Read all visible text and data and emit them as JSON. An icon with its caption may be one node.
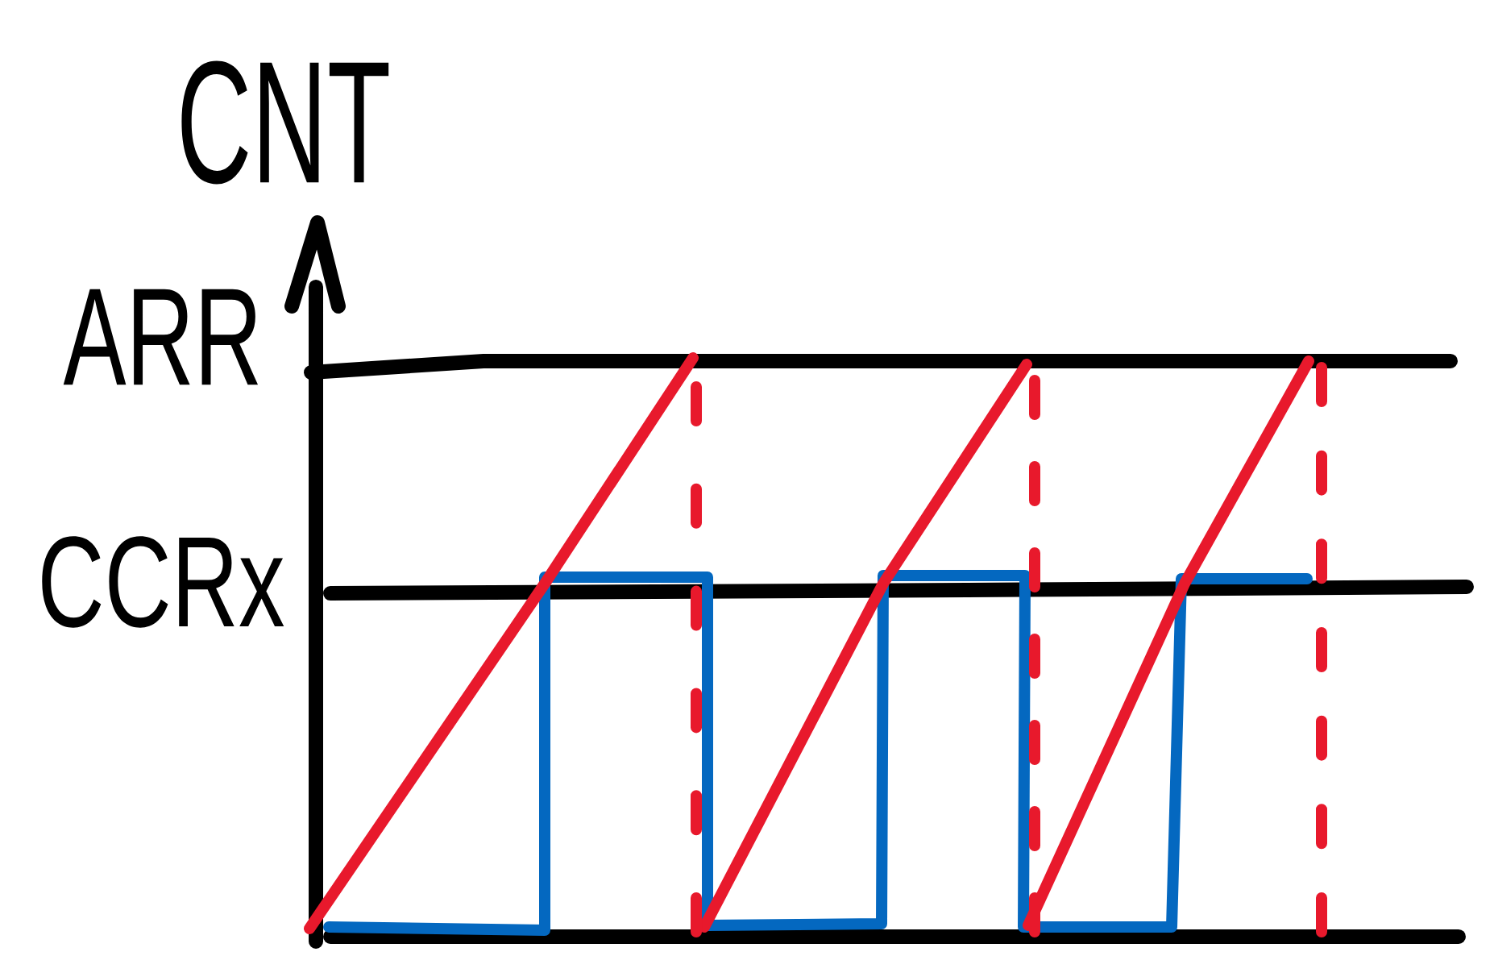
{
  "diagram": {
    "labels": [
      "CNT",
      "ARR",
      "CCRx"
    ]
  }
}
